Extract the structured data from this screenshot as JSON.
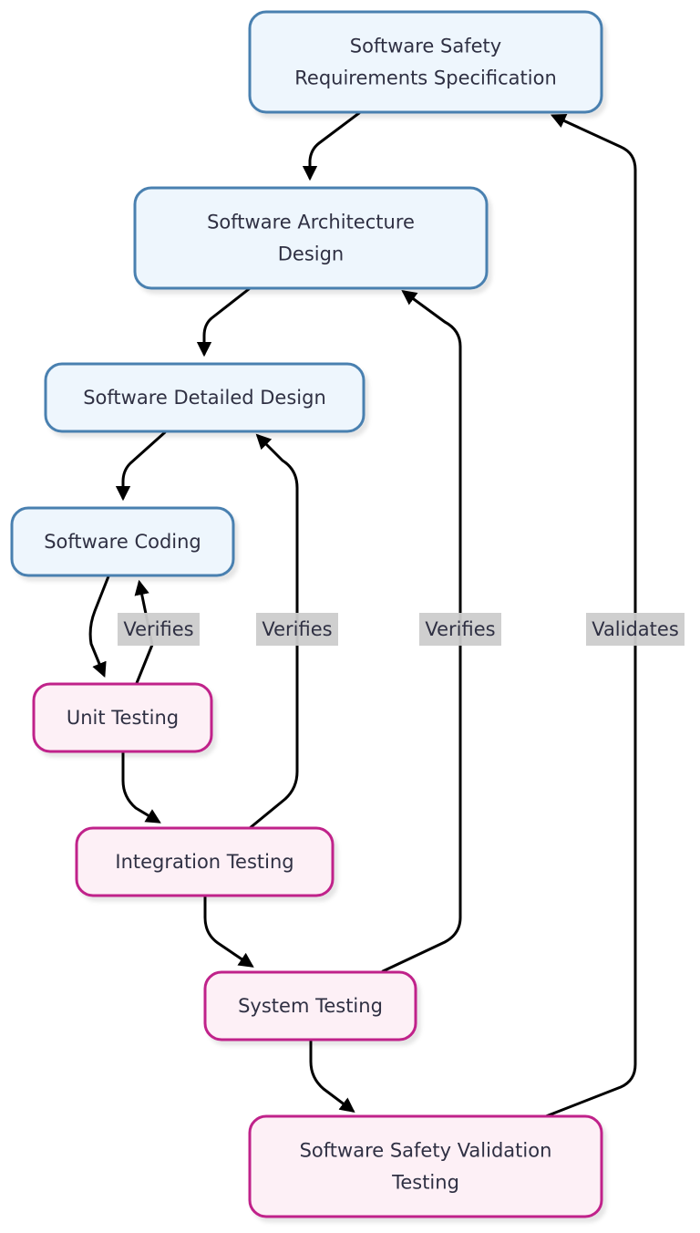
{
  "colors": {
    "design_fill": "#eef6fd",
    "design_stroke": "#4a80b0",
    "test_fill": "#fdf0f6",
    "test_stroke": "#c0208a",
    "edge": "#000000",
    "label_bg": "#cccccc",
    "text": "#2f3043"
  },
  "nodes": {
    "req": {
      "lines": [
        "Software Safety",
        "Requirements Specification"
      ],
      "kind": "design"
    },
    "arch": {
      "lines": [
        "Software Architecture",
        "Design"
      ],
      "kind": "design"
    },
    "detail": {
      "lines": [
        "Software Detailed Design"
      ],
      "kind": "design"
    },
    "coding": {
      "lines": [
        "Software Coding"
      ],
      "kind": "design"
    },
    "unit": {
      "lines": [
        "Unit Testing"
      ],
      "kind": "test"
    },
    "integ": {
      "lines": [
        "Integration Testing"
      ],
      "kind": "test"
    },
    "system": {
      "lines": [
        "System Testing"
      ],
      "kind": "test"
    },
    "valid": {
      "lines": [
        "Software Safety Validation",
        "Testing"
      ],
      "kind": "test"
    }
  },
  "edges": [
    {
      "from": "req",
      "to": "arch",
      "label": ""
    },
    {
      "from": "arch",
      "to": "detail",
      "label": ""
    },
    {
      "from": "detail",
      "to": "coding",
      "label": ""
    },
    {
      "from": "coding",
      "to": "unit",
      "label": ""
    },
    {
      "from": "unit",
      "to": "coding",
      "label": "Verifies"
    },
    {
      "from": "unit",
      "to": "integ",
      "label": ""
    },
    {
      "from": "integ",
      "to": "detail",
      "label": "Verifies"
    },
    {
      "from": "integ",
      "to": "system",
      "label": ""
    },
    {
      "from": "system",
      "to": "arch",
      "label": "Verifies"
    },
    {
      "from": "system",
      "to": "valid",
      "label": ""
    },
    {
      "from": "valid",
      "to": "req",
      "label": "Validates"
    }
  ]
}
